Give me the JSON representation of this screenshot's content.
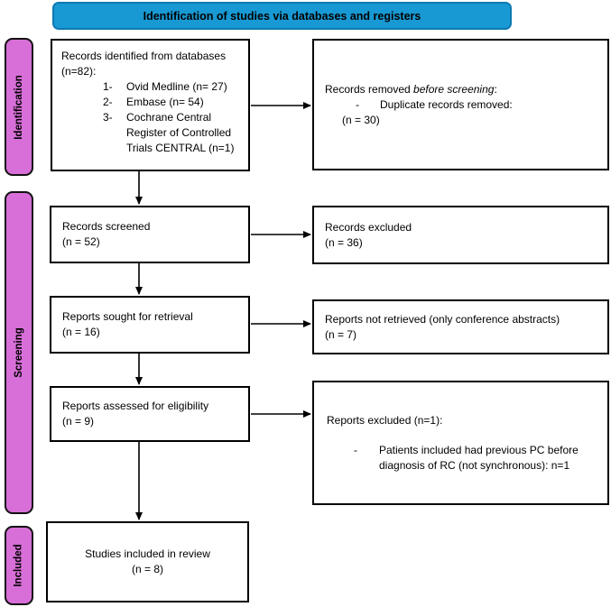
{
  "banner": {
    "label": "Identification of studies via databases and registers",
    "bg_color": "#1899d3"
  },
  "stages": [
    {
      "label": "Identification"
    },
    {
      "label": "Screening"
    },
    {
      "label": "Included"
    }
  ],
  "stage_color": "#d86fd8",
  "boxes": {
    "records_identified": {
      "title": "Records identified from databases (n=82):",
      "items": [
        {
          "marker": "1-",
          "text": "Ovid Medline (n= 27)"
        },
        {
          "marker": "2-",
          "text": "Embase (n= 54)"
        },
        {
          "marker": "3-",
          "text": "Cochrane Central Register of Controlled Trials CENTRAL (n=1)"
        }
      ]
    },
    "records_removed": {
      "title_prefix": "Records removed ",
      "title_italic": "before screening",
      "title_suffix": ":",
      "items": [
        {
          "marker": "-",
          "text": "Duplicate records removed:"
        }
      ],
      "count": "(n = 30)"
    },
    "records_screened": {
      "label": "Records screened",
      "count": "(n = 52)"
    },
    "records_excluded": {
      "label": "Records excluded",
      "count": "(n = 36)"
    },
    "reports_sought": {
      "label": "Reports sought for retrieval",
      "count": "(n = 16)"
    },
    "reports_not_retrieved": {
      "label": "Reports not retrieved (only conference abstracts)",
      "count": "(n = 7)"
    },
    "reports_assessed": {
      "label": "Reports assessed for eligibility",
      "count": "(n = 9)"
    },
    "reports_excluded": {
      "title": "Reports excluded (n=1):",
      "items": [
        {
          "marker": "-",
          "text": "Patients included had previous PC before diagnosis of RC (not synchronous): n=1"
        }
      ]
    },
    "studies_included": {
      "label": "Studies included in review",
      "count": "(n = 8)"
    }
  }
}
